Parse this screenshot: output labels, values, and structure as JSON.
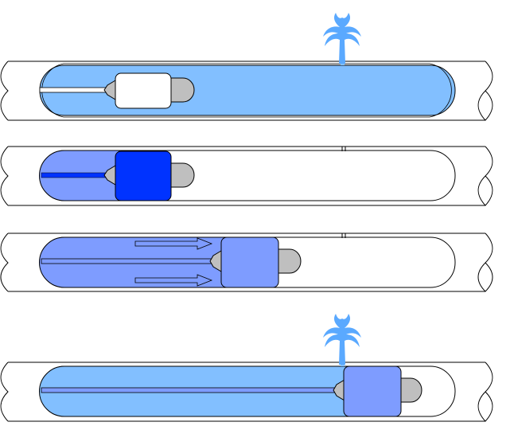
{
  "diagram": {
    "panels": [
      {
        "stage": 1,
        "liner_fill": "light-blue",
        "packer": "white",
        "pull_cable": "white",
        "flow_arrows": 0,
        "fountain": true,
        "pipe_opening": "open"
      },
      {
        "stage": 2,
        "liner_fill": "medium-blue",
        "packer": "dark-blue",
        "pull_cable": "dark-blue",
        "flow_arrows": 0,
        "fountain": false,
        "pipe_opening": "sealed"
      },
      {
        "stage": 3,
        "liner_fill": "medium-blue",
        "packer": "medium-blue",
        "pull_cable": "medium-blue",
        "flow_arrows": 2,
        "fountain": false,
        "pipe_opening": "sealed"
      },
      {
        "stage": 4,
        "liner_fill": "light-blue",
        "packer": "medium-blue",
        "pull_cable": "medium-blue",
        "flow_arrows": 0,
        "fountain": true,
        "pipe_opening": "open"
      }
    ],
    "colors": {
      "light_blue": "#82bfff",
      "medium_blue": "#7e9cff",
      "dark_blue": "#0033ff",
      "nose_gray": "#bfbfbf",
      "water": "#5aa9ff",
      "outline": "#000000"
    },
    "icons": [
      "pipe-break-icon",
      "packer-icon",
      "water-fountain-icon",
      "flow-arrow-icon"
    ]
  }
}
